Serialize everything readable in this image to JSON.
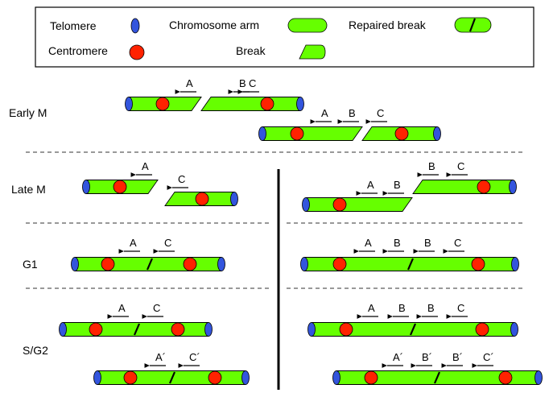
{
  "legend": {
    "telomere": "Telomere",
    "centromere": "Centromere",
    "chromosome_arm": "Chromosome arm",
    "break": "Break",
    "repaired_break": "Repaired break"
  },
  "stages": {
    "early_m": "Early M",
    "late_m": "Late M",
    "g1": "G1",
    "s_g2": "S/G2"
  },
  "arrow_labels": {
    "a": "A",
    "b": "B",
    "c": "C",
    "a_prime": "A´",
    "b_prime": "B´",
    "c_prime": "C´"
  },
  "colors": {
    "arm": "#66ff00",
    "telomere": "#3355dd",
    "centromere": "#ff2200",
    "outline": "#000000"
  }
}
